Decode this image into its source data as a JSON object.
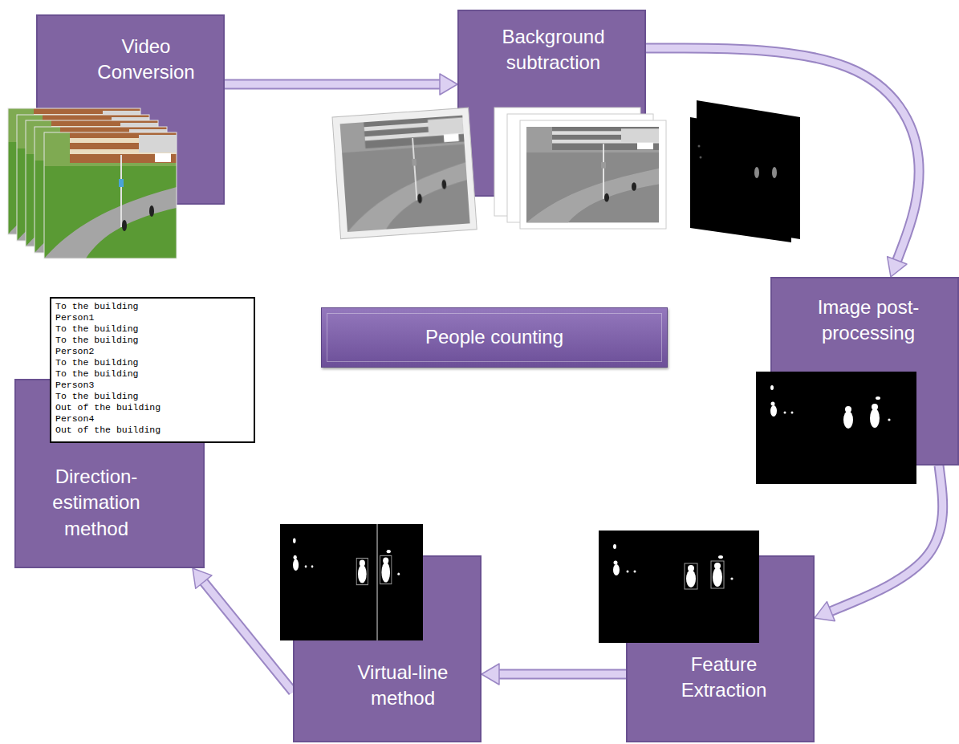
{
  "diagram": {
    "nodes": [
      {
        "text": [
          "Video Conversion"
        ]
      },
      {
        "text": [
          "Background subtraction"
        ]
      },
      {
        "text": [
          "Image post-processing"
        ]
      },
      {
        "text": [
          "Feature Extraction"
        ]
      },
      {
        "text": [
          "Virtual-line method"
        ]
      },
      {
        "text": [
          "Direction-estimation method"
        ]
      },
      {
        "text": [
          "People counting"
        ]
      }
    ],
    "edges": [
      {
        "from": 0,
        "to": 1,
        "arrow": "to"
      },
      {
        "from": 1,
        "to": 2,
        "arrow": "to"
      },
      {
        "from": 2,
        "to": 3,
        "arrow": "to"
      },
      {
        "from": 3,
        "to": 4,
        "arrow": "to"
      },
      {
        "from": 4,
        "to": 5,
        "arrow": "to"
      }
    ],
    "labels": [
      "To the building",
      "Person1",
      "To the building",
      "To the building",
      "Person2",
      "To the building",
      "To the building",
      "Person3",
      "To the building",
      "Out of the building",
      "Person4",
      "Out of the building"
    ]
  }
}
